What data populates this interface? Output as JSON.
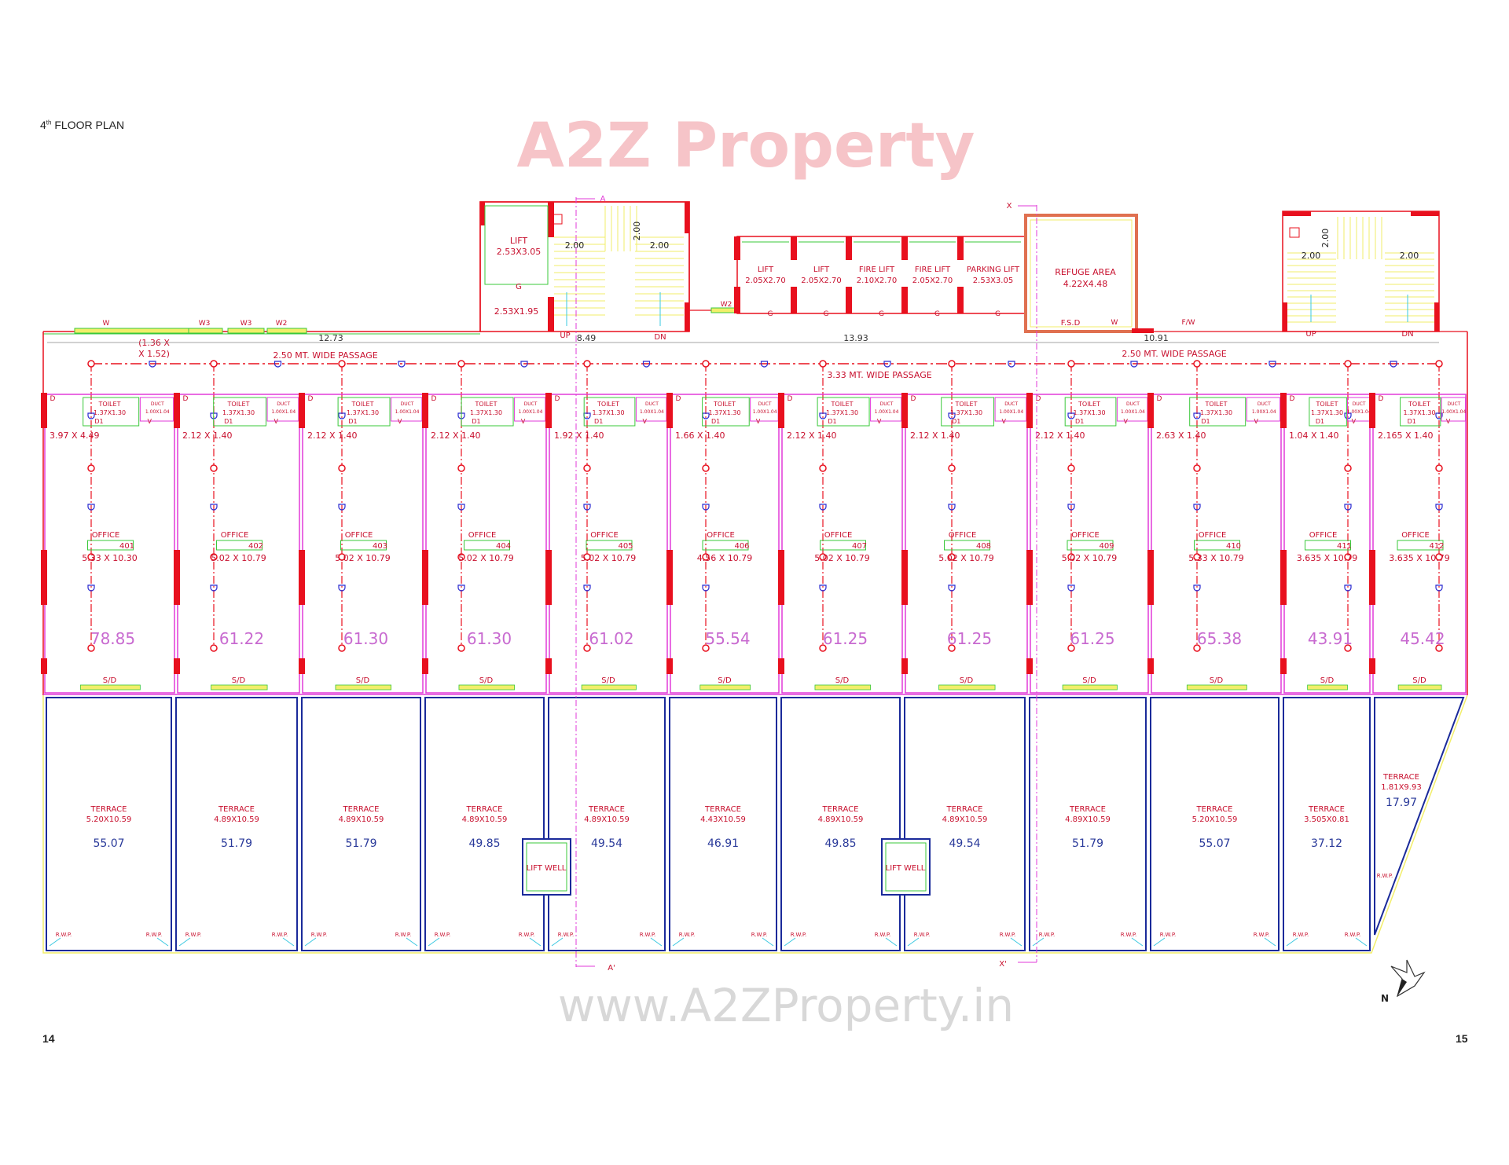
{
  "page": {
    "title_prefix": "4",
    "title_sup": "th",
    "title_rest": " FLOOR PLAN",
    "page_left": "14",
    "page_right": "15",
    "watermark_logo": "A2Z Property",
    "watermark_url": "www.A2ZProperty.in"
  },
  "colors": {
    "wall": "#e8101e",
    "partition": "#e23ad8",
    "terrace": "#1a2a9a",
    "text_red": "#c8102e",
    "area_magenta": "#c86ad0",
    "area_blue": "#2a3a9a",
    "window": "#f2ee6a",
    "green": "#3ac83a",
    "rwp": "#3ac8e0"
  },
  "labels": {
    "passage_left": "2.50 MT. WIDE PASSAGE",
    "passage_mid": "3.33 MT. WIDE PASSAGE",
    "passage_right": "2.50 MT. WIDE PASSAGE",
    "dim_1": "12.73",
    "dim_2": "8.49",
    "dim_3": "13.93",
    "dim_4": "10.91",
    "win_w": "W",
    "win_w3a": "W3",
    "win_w3b": "W3",
    "win_w2a": "W2",
    "win_w2b": "W2",
    "small_room_1": "(1.36 X",
    "small_room_2": "X 1.52)",
    "office": "OFFICE",
    "terrace": "TERRACE",
    "toilet": "TOILET",
    "toilet_dims": "1.37X1.30",
    "duct": "DUCT",
    "duct_dims": "1.00X1.04",
    "door": "D",
    "door1": "D1",
    "vent": "V",
    "sliding_door": "S/D",
    "rwp": "R.W.P.",
    "lift_well": "LIFT WELL",
    "gate": "G",
    "section_a": "A",
    "section_a2": "A'",
    "section_x": "X",
    "section_x2": "X'",
    "north": "N"
  },
  "core_left": {
    "lift": "LIFT",
    "lift_dims": "2.53X3.05",
    "lobby_dims": "2.53X1.95",
    "stair_w1": "2.00",
    "stair_w2": "2.00",
    "stair_len": "2.00",
    "up": "UP",
    "dn": "DN"
  },
  "lifts": [
    {
      "name": "LIFT",
      "dims": "2.05X2.70"
    },
    {
      "name": "LIFT",
      "dims": "2.05X2.70"
    },
    {
      "name": "FIRE LIFT",
      "dims": "2.10X2.70"
    },
    {
      "name": "FIRE LIFT",
      "dims": "2.05X2.70"
    },
    {
      "name": "PARKING LIFT",
      "dims": "2.53X3.05"
    }
  ],
  "refuge": {
    "name": "REFUGE AREA",
    "dims": "4.22X4.48",
    "fsd": "F.S.D",
    "w": "W",
    "fw": "F/W"
  },
  "core_right": {
    "stair_w1": "2.00",
    "stair_w2": "2.00",
    "stair_len": "2.00",
    "up": "UP",
    "dn": "DN"
  },
  "offices": [
    {
      "no": "401",
      "dims": "5.33 X 10.30",
      "area": "78.85",
      "entry": "3.97 X 4.49"
    },
    {
      "no": "402",
      "dims": "5.02 X 10.79",
      "area": "61.22",
      "entry": "2.12 X 1.40"
    },
    {
      "no": "403",
      "dims": "5.02 X 10.79",
      "area": "61.30",
      "entry": "2.12 X 1.40"
    },
    {
      "no": "404",
      "dims": "5.02 X 10.79",
      "area": "61.30",
      "entry": "2.12 X 1.40"
    },
    {
      "no": "405",
      "dims": "5.02 X 10.79",
      "area": "61.02",
      "entry": "1.92 X 1.40"
    },
    {
      "no": "406",
      "dims": "4.56 X 10.79",
      "area": "55.54",
      "entry": "1.66 X 1.40"
    },
    {
      "no": "407",
      "dims": "5.02 X 10.79",
      "area": "61.25",
      "entry": "2.12 X 1.40"
    },
    {
      "no": "408",
      "dims": "5.02 X 10.79",
      "area": "61.25",
      "entry": "2.12 X 1.40"
    },
    {
      "no": "409",
      "dims": "5.02 X 10.79",
      "area": "61.25",
      "entry": "2.12 X 1.40"
    },
    {
      "no": "410",
      "dims": "5.33 X 10.79",
      "area": "65.38",
      "entry": "2.63 X 1.40"
    },
    {
      "no": "411",
      "dims": "3.635 X 10.79",
      "area": "43.91",
      "entry": "1.04 X 1.40"
    },
    {
      "no": "412",
      "dims": "3.635 X 10.79",
      "area": "45.42",
      "entry": "2.165 X 1.40"
    }
  ],
  "terraces": [
    {
      "dims": "5.20X10.59",
      "area": "55.07"
    },
    {
      "dims": "4.89X10.59",
      "area": "51.79"
    },
    {
      "dims": "4.89X10.59",
      "area": "51.79"
    },
    {
      "dims": "4.89X10.59",
      "area": "49.85"
    },
    {
      "dims": "4.89X10.59",
      "area": "49.54"
    },
    {
      "dims": "4.43X10.59",
      "area": "46.91"
    },
    {
      "dims": "4.89X10.59",
      "area": "49.85"
    },
    {
      "dims": "4.89X10.59",
      "area": "49.54"
    },
    {
      "dims": "4.89X10.59",
      "area": "51.79"
    },
    {
      "dims": "5.20X10.59",
      "area": "55.07"
    },
    {
      "dims": "3.505X0.81",
      "area": "37.12"
    },
    {
      "dims": "1.81X9.93",
      "area": "17.97"
    }
  ]
}
